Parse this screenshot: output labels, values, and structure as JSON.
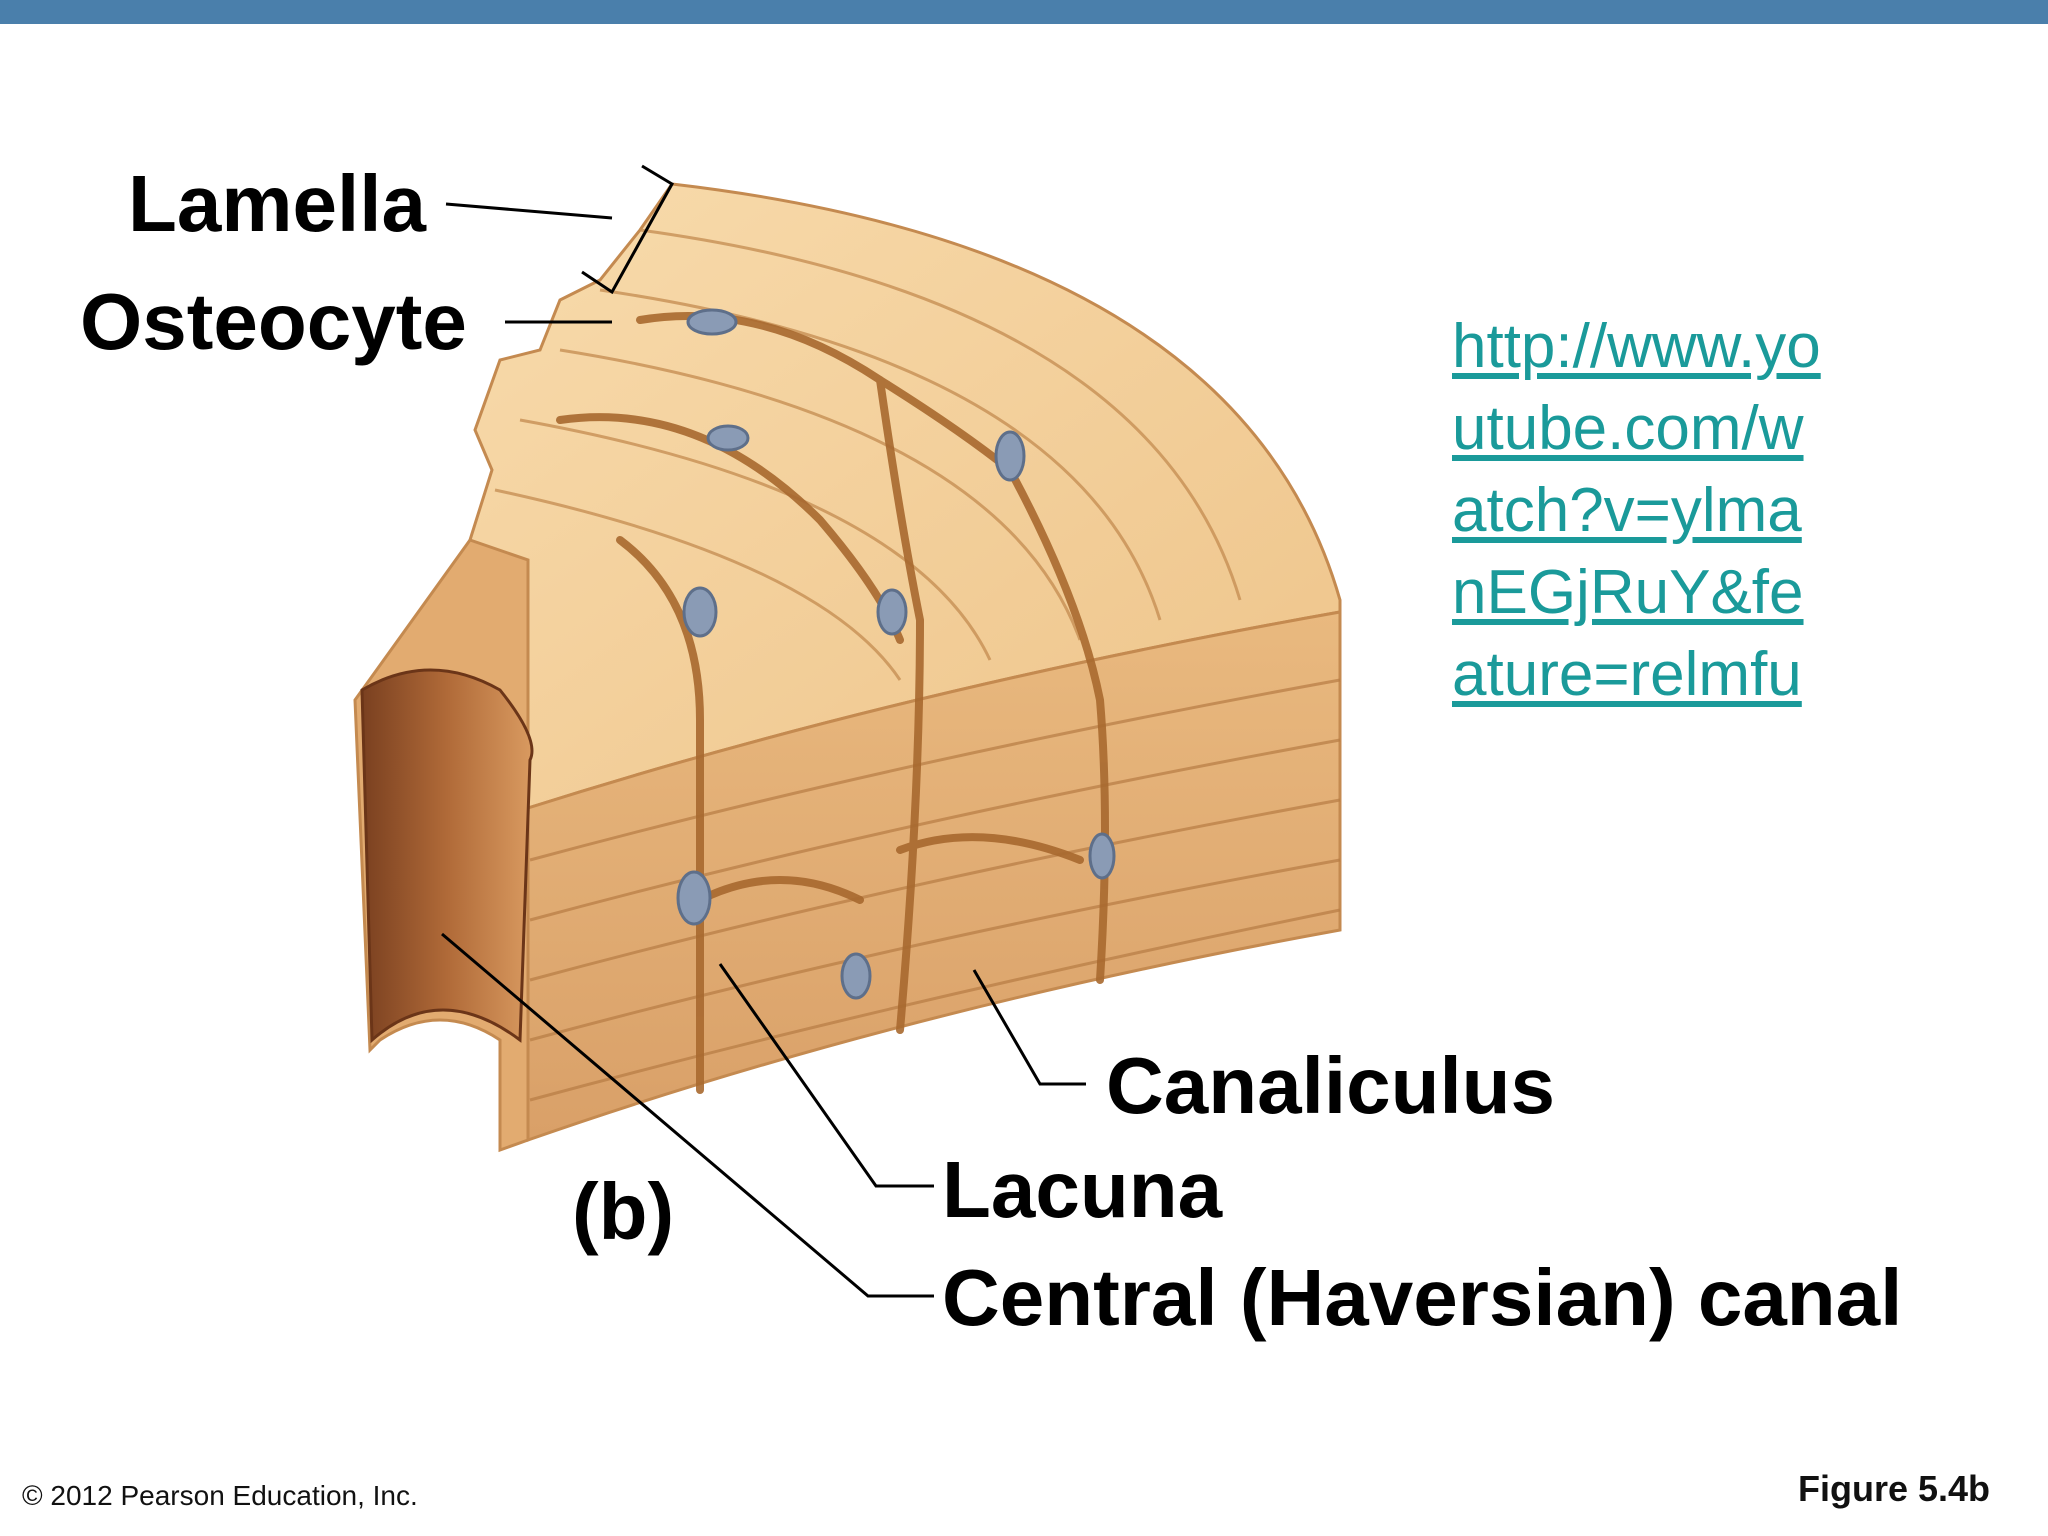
{
  "labels": {
    "lamella": "Lamella",
    "osteocyte": "Osteocyte",
    "canaliculus": "Canaliculus",
    "lacuna": "Lacuna",
    "central_canal": "Central (Haversian) canal",
    "panel": "(b)"
  },
  "link": {
    "lines": [
      "http://www.yo",
      "utube.com/w",
      "atch?v=ylma",
      "nEGjRuY&fe",
      "ature=relmfu"
    ]
  },
  "footer": {
    "copyright": "© 2012 Pearson Education, Inc.",
    "figure": "Figure 5.4b"
  },
  "colors": {
    "top_bar": "#4a7fab",
    "bone_light": "#f6d3a0",
    "bone_mid": "#e7b478",
    "bone_dark": "#a9713c",
    "canal": "#9c5a2e",
    "osteocyte_body": "#8a9bb5",
    "link": "#1a9a9a"
  }
}
